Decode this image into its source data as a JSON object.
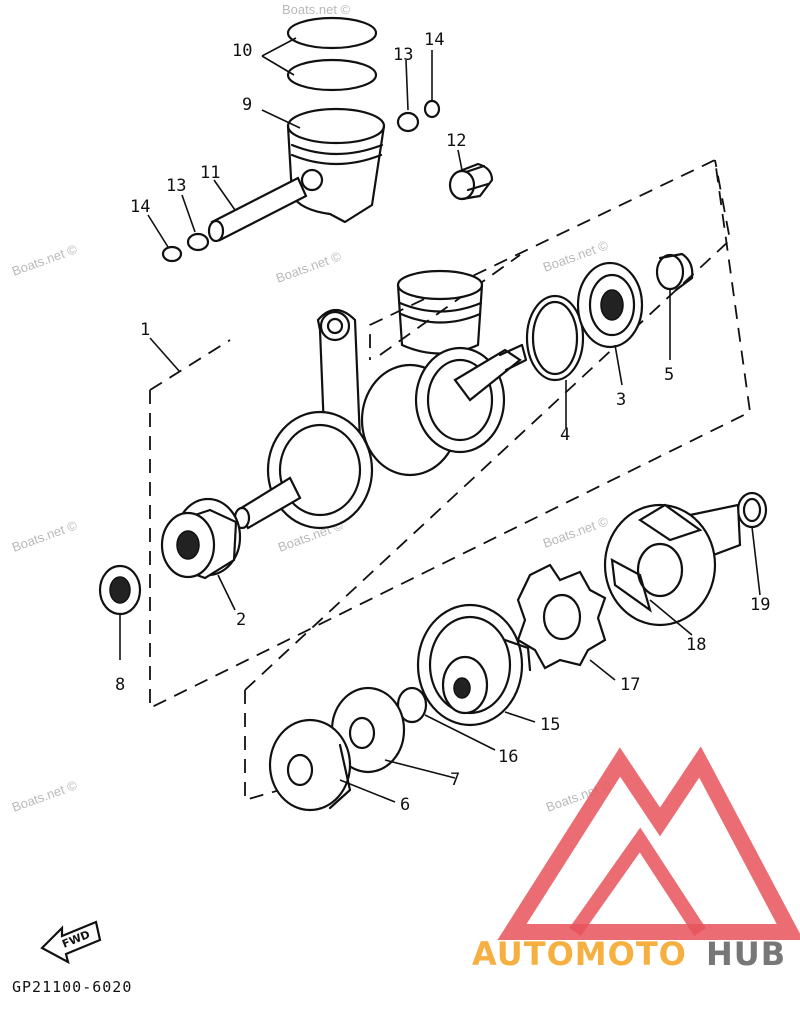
{
  "callouts": [
    {
      "id": "1",
      "label": "1"
    },
    {
      "id": "2",
      "label": "2"
    },
    {
      "id": "3",
      "label": "3"
    },
    {
      "id": "4",
      "label": "4"
    },
    {
      "id": "5",
      "label": "5"
    },
    {
      "id": "6",
      "label": "6"
    },
    {
      "id": "7",
      "label": "7"
    },
    {
      "id": "8",
      "label": "8"
    },
    {
      "id": "9",
      "label": "9"
    },
    {
      "id": "10",
      "label": "10"
    },
    {
      "id": "11",
      "label": "11"
    },
    {
      "id": "12",
      "label": "12"
    },
    {
      "id": "13a",
      "label": "13"
    },
    {
      "id": "13b",
      "label": "13"
    },
    {
      "id": "14a",
      "label": "14"
    },
    {
      "id": "14b",
      "label": "14"
    },
    {
      "id": "15",
      "label": "15"
    },
    {
      "id": "16",
      "label": "16"
    },
    {
      "id": "17",
      "label": "17"
    },
    {
      "id": "18",
      "label": "18"
    },
    {
      "id": "19",
      "label": "19"
    }
  ],
  "watermark": "Boats.net ©",
  "fwd_label": "FWD",
  "diagram_code": "GP21100-6020",
  "logo": {
    "part1": "AUTOMOTO",
    "part2": "HUB",
    "color1": "#f5b041",
    "color2": "#777777",
    "triangle_color": "#e8525a"
  },
  "icons": [
    "fwd-arrow-icon",
    "automotohub-logo-icon"
  ]
}
